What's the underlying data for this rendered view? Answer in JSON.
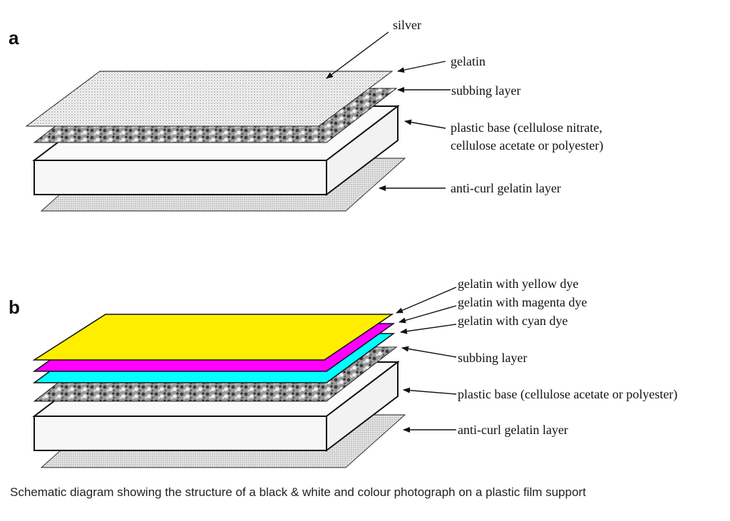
{
  "panel_a": {
    "letter": "a",
    "labels": {
      "silver": "silver",
      "gelatin": "gelatin",
      "subbing": "subbing layer",
      "base_line1": "plastic base (cellulose nitrate,",
      "base_line2": "cellulose acetate or polyester)",
      "anticurl": "anti-curl gelatin layer"
    }
  },
  "panel_b": {
    "letter": "b",
    "labels": {
      "yellow": "gelatin with yellow dye",
      "magenta": "gelatin with magenta dye",
      "cyan": "gelatin with cyan dye",
      "subbing": "subbing layer",
      "base": "plastic base (cellulose acetate or polyester)",
      "anticurl": "anti-curl gelatin layer"
    }
  },
  "colors": {
    "yellow": "#ffee00",
    "magenta": "#ff00ff",
    "cyan": "#00ffff"
  },
  "caption": "Schematic diagram showing the structure of a black & white and colour photograph on a plastic film support"
}
